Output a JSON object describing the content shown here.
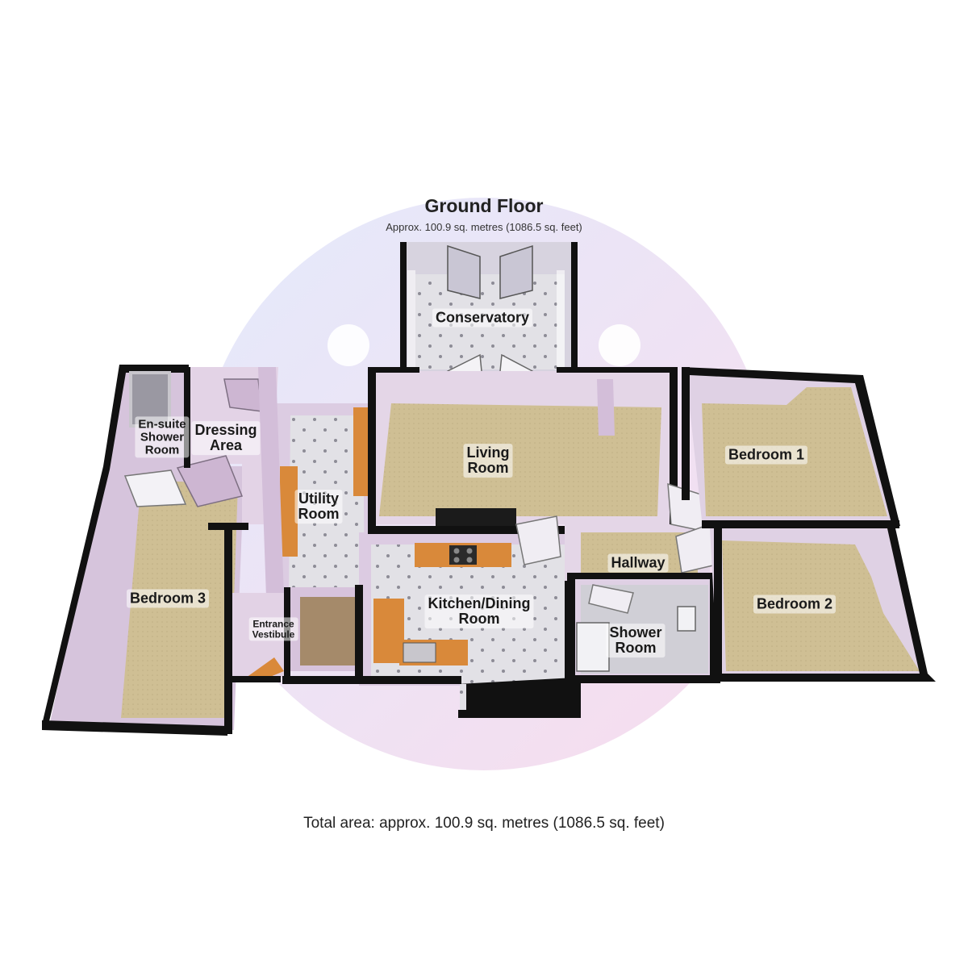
{
  "floor": {
    "title": "Ground Floor",
    "area": "Approx. 100.9 sq. metres (1086.5 sq. feet)"
  },
  "rooms": {
    "conservatory": "Conservatory",
    "living_room": "Living\nRoom",
    "bedroom1": "Bedroom 1",
    "bedroom2": "Bedroom 2",
    "bedroom3": "Bedroom 3",
    "ensuite": "En-suite\nShower\nRoom",
    "dressing": "Dressing\nArea",
    "utility": "Utility\nRoom",
    "kitchen": "Kitchen/Dining\nRoom",
    "hallway": "Hallway",
    "shower": "Shower\nRoom",
    "entrance": "Entrance\nVestibule"
  },
  "footer": {
    "total_area": "Total area: approx. 100.9 sq. metres (1086.5 sq. feet)"
  },
  "colors": {
    "wall": "#111111",
    "carpet": "#cdbd92",
    "tile": "#dcdbe0",
    "wall_face": "#d8c6df",
    "worktop": "#d98a3a"
  }
}
